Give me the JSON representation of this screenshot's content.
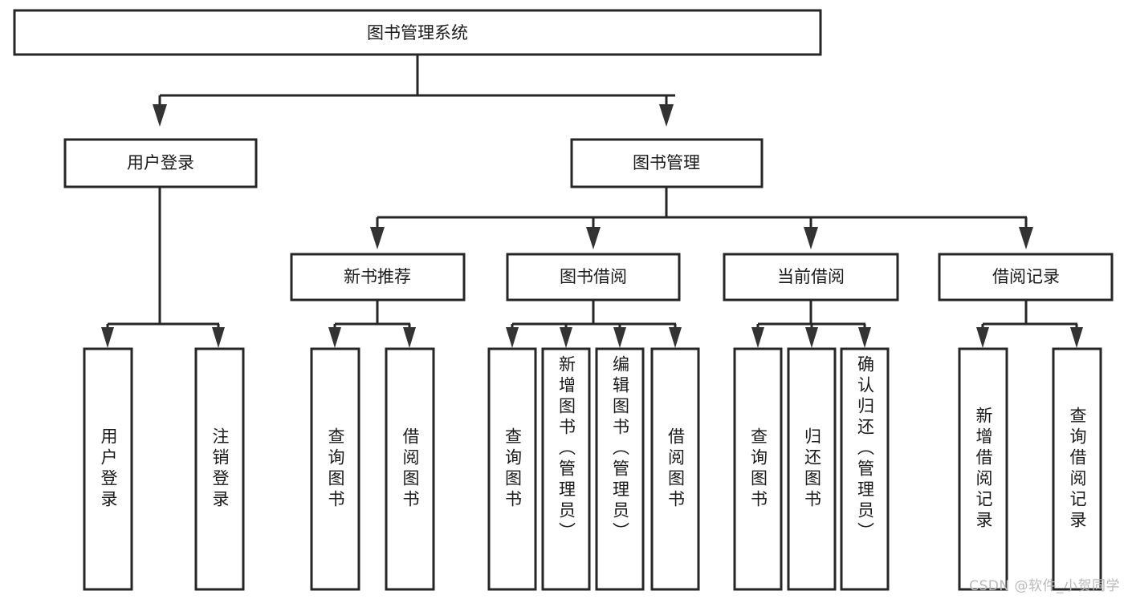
{
  "diagram": {
    "title": "图书管理系统",
    "type": "tree-hierarchy",
    "watermark": "CSDN @软件_小贺同学",
    "colors": {
      "background": "#ffffff",
      "box_stroke": "#262626",
      "box_fill": "#ffffff",
      "text": "#1a1a1a",
      "connector": "#262626",
      "watermark_text": "#b9b9b9"
    },
    "root": {
      "id": "root",
      "label": "图书管理系统"
    },
    "level2": [
      {
        "id": "n-user-login",
        "label": "用户登录"
      },
      {
        "id": "n-book-manage",
        "label": "图书管理"
      }
    ],
    "level3": [
      {
        "id": "n-new-book-rec",
        "label": "新书推荐"
      },
      {
        "id": "n-book-borrow",
        "label": "图书借阅"
      },
      {
        "id": "n-current-borrow",
        "label": "当前借阅"
      },
      {
        "id": "n-borrow-record",
        "label": "借阅记录"
      }
    ],
    "leaves": {
      "user_login": [
        {
          "id": "leaf-user-login",
          "label": "用户登录"
        },
        {
          "id": "leaf-logout",
          "label": "注销登录"
        }
      ],
      "new_book_rec": [
        {
          "id": "leaf-query-book-1",
          "label": "查询图书"
        },
        {
          "id": "leaf-borrow-book-1",
          "label": "借阅图书"
        }
      ],
      "book_borrow": [
        {
          "id": "leaf-query-book-2",
          "label": "查询图书"
        },
        {
          "id": "leaf-add-book",
          "label": "新增图书（管理员）"
        },
        {
          "id": "leaf-edit-book",
          "label": "编辑图书（管理员）"
        },
        {
          "id": "leaf-borrow-book-2",
          "label": "借阅图书"
        }
      ],
      "current_borrow": [
        {
          "id": "leaf-query-book-3",
          "label": "查询图书"
        },
        {
          "id": "leaf-return-book",
          "label": "归还图书"
        },
        {
          "id": "leaf-confirm-return",
          "label": "确认归还（管理员）"
        }
      ],
      "borrow_record": [
        {
          "id": "leaf-add-record",
          "label": "新增借阅记录"
        },
        {
          "id": "leaf-query-record",
          "label": "查询借阅记录"
        }
      ]
    }
  }
}
